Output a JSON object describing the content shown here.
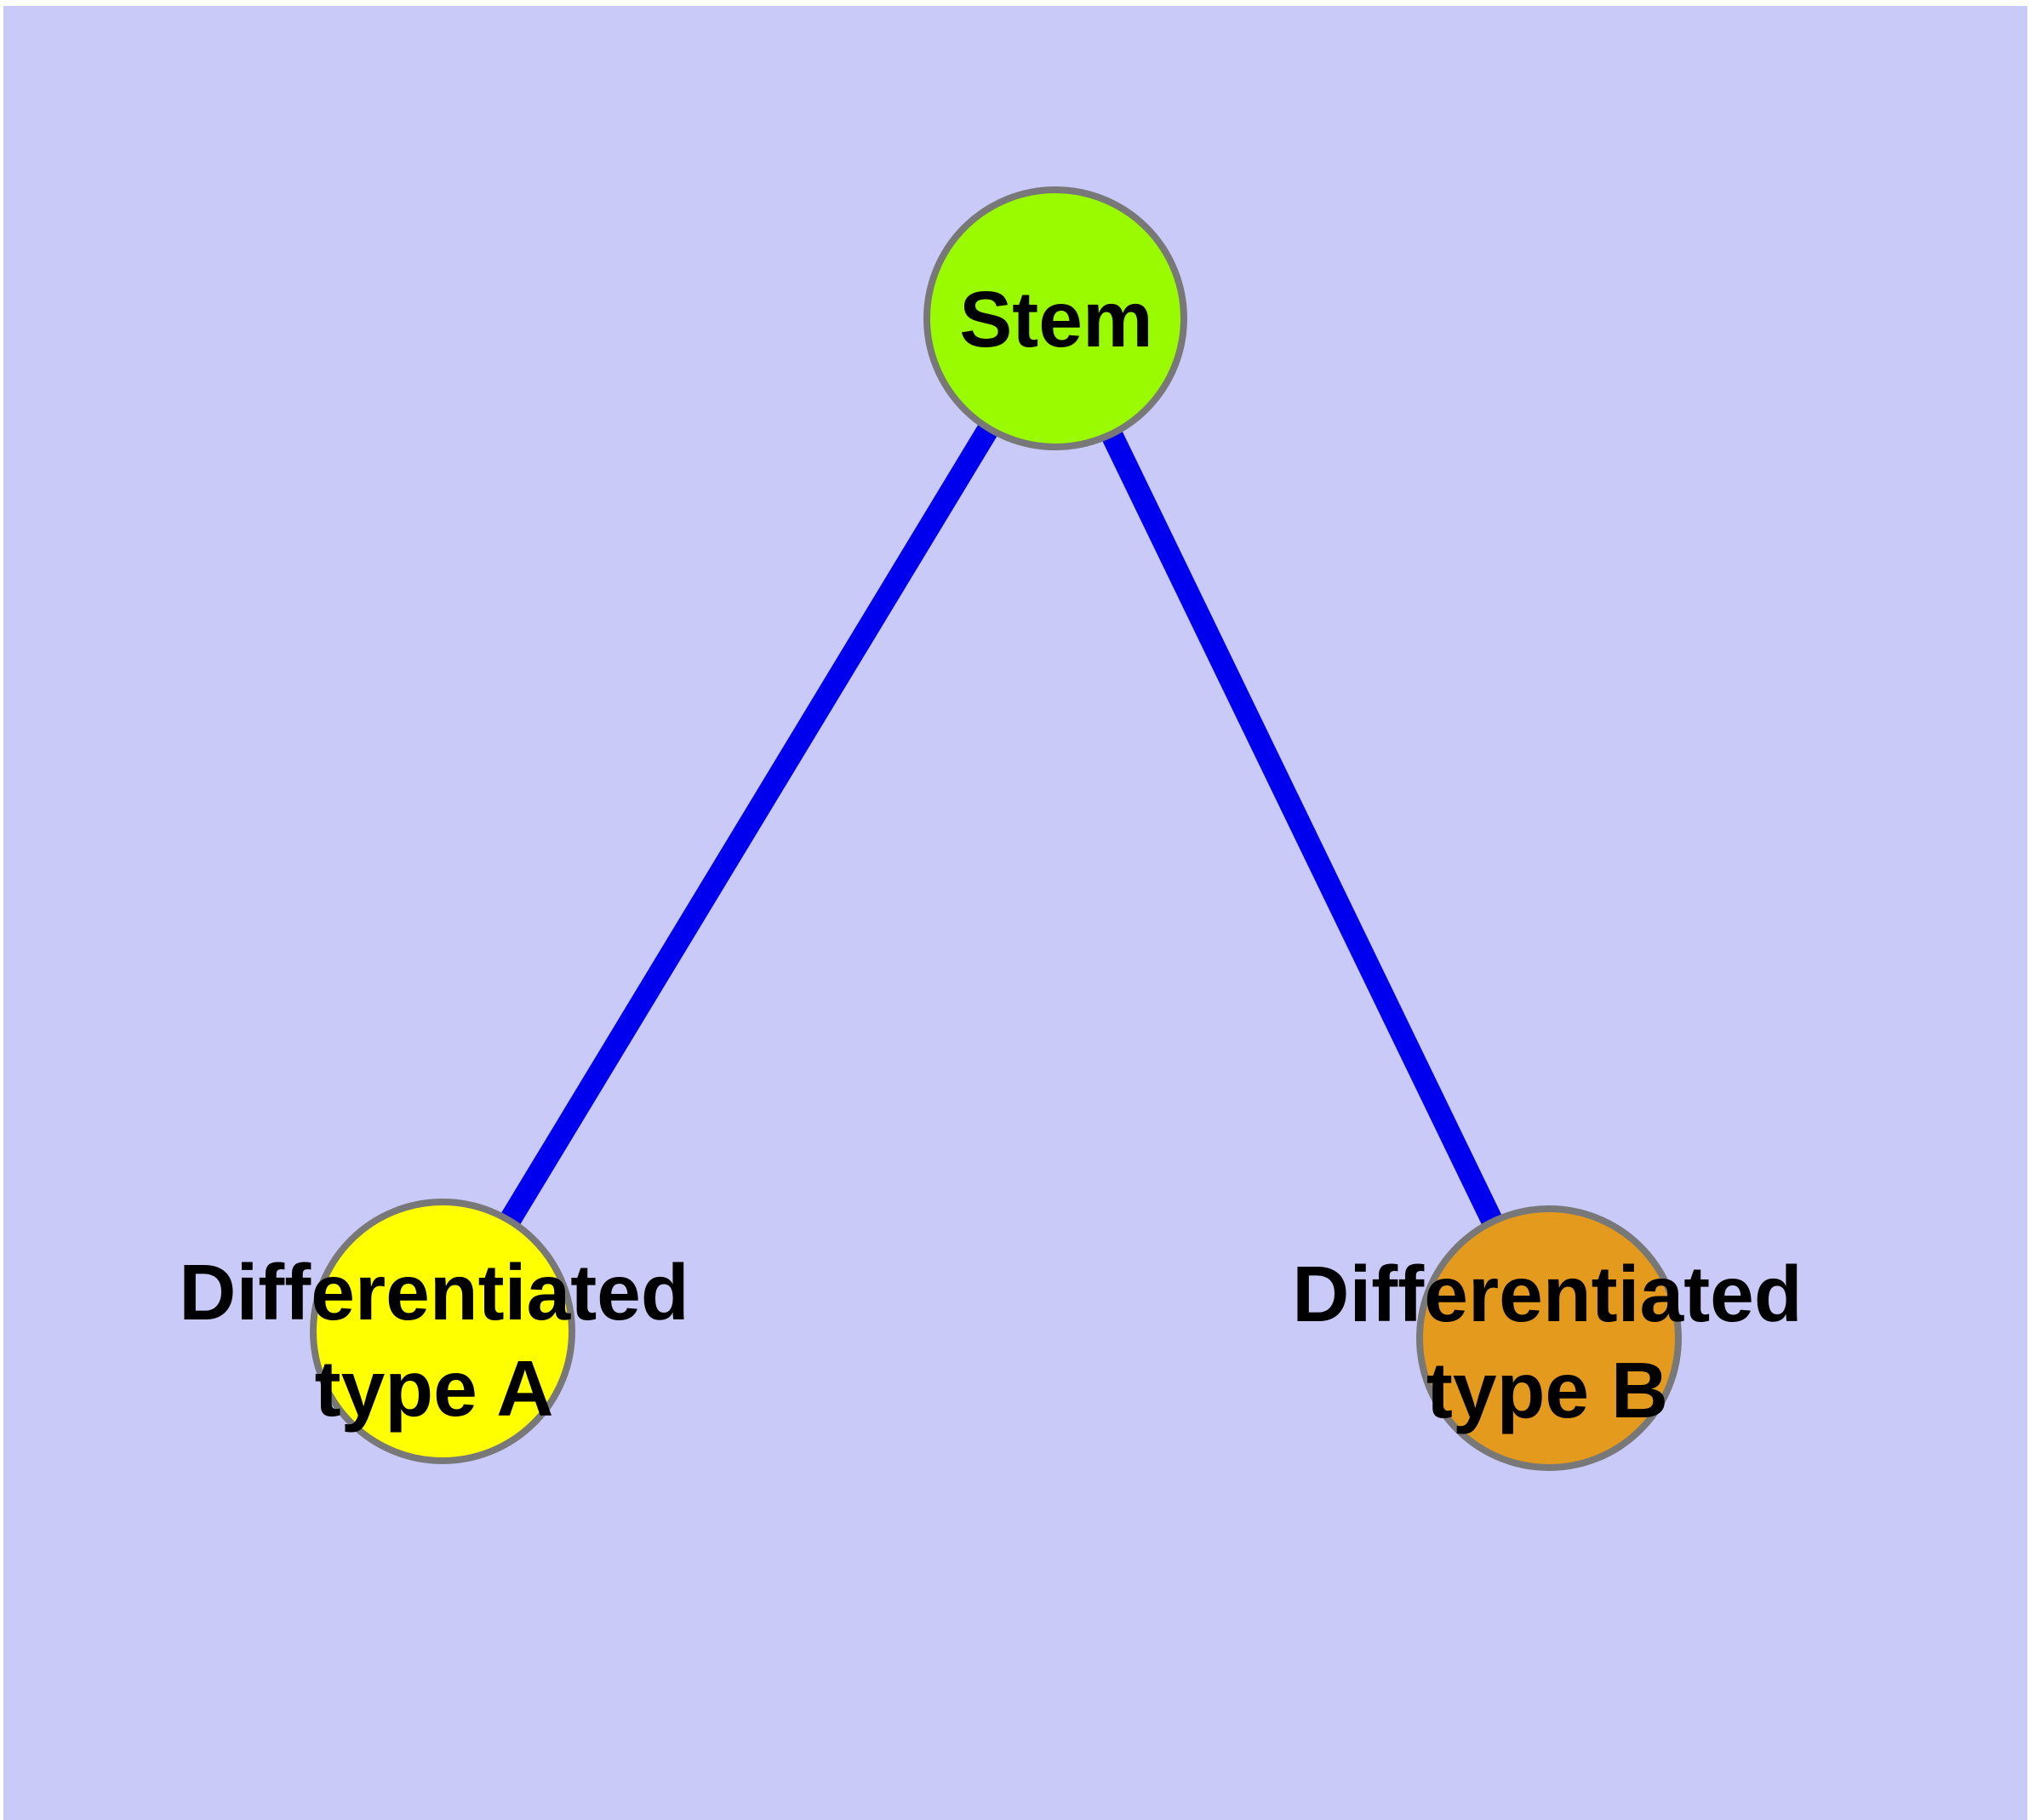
{
  "diagram": {
    "description": "Stem cell differentiation graph: one stem node connected to two differentiated cell type nodes",
    "nodes": {
      "stem": {
        "label": "Stem",
        "color": "#9afb00"
      },
      "type_a": {
        "label_line1": "Differentiated",
        "label_line2": "type A",
        "color": "#ffff00"
      },
      "type_b": {
        "label_line1": "Differentiated",
        "label_line2": "type B",
        "color": "#e49a1c"
      }
    },
    "edges": [
      {
        "source": "Stem",
        "target": "Differentiated type A"
      },
      {
        "source": "Stem",
        "target": "Differentiated type B"
      }
    ],
    "colors": {
      "background": "#cacaf8",
      "page_margin": "#ffffff",
      "edge": "#0000ee",
      "node_border": "#787878",
      "label_text": "#000000"
    }
  }
}
